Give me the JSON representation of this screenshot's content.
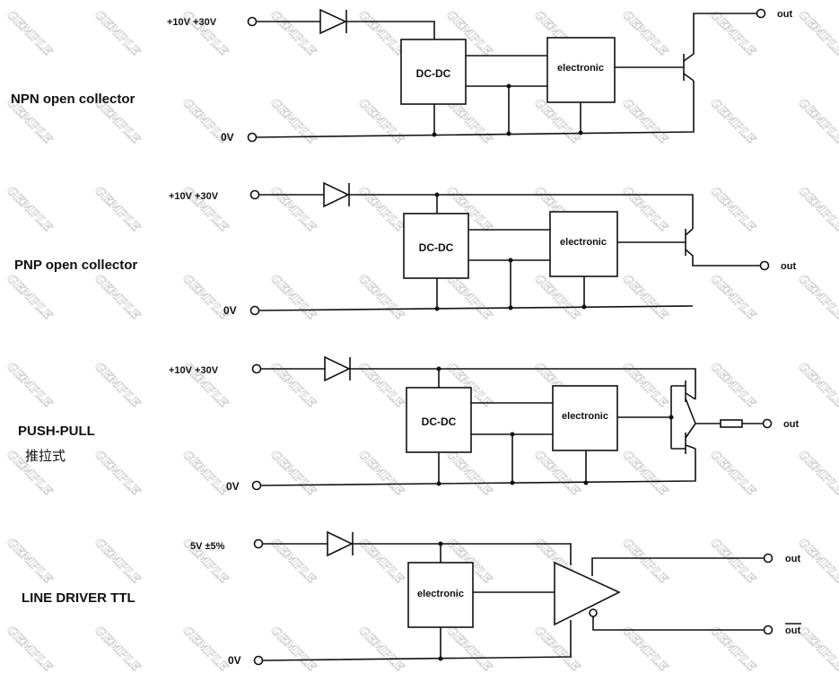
{
  "watermark": "GEMPLE",
  "sections": [
    {
      "title": "NPN open collector",
      "supply_label": "+10V  +30V",
      "ground_label": "0V",
      "dcdc_label": "DC-DC",
      "electronic_label": "electronic",
      "out_label": "out"
    },
    {
      "title": "PNP open collector",
      "supply_label": "+10V  +30V",
      "ground_label": "0V",
      "dcdc_label": "DC-DC",
      "electronic_label": "electronic",
      "out_label": "out"
    },
    {
      "title": "PUSH-PULL",
      "subtitle": "推拉式",
      "supply_label": "+10V  +30V",
      "ground_label": "0V",
      "dcdc_label": "DC-DC",
      "electronic_label": "electronic",
      "out_label": "out"
    },
    {
      "title": "LINE DRIVER TTL",
      "supply_label": "5V  ±5%",
      "ground_label": "0V",
      "electronic_label": "electronic",
      "out_label": "out",
      "out_bar_label": "out"
    }
  ]
}
